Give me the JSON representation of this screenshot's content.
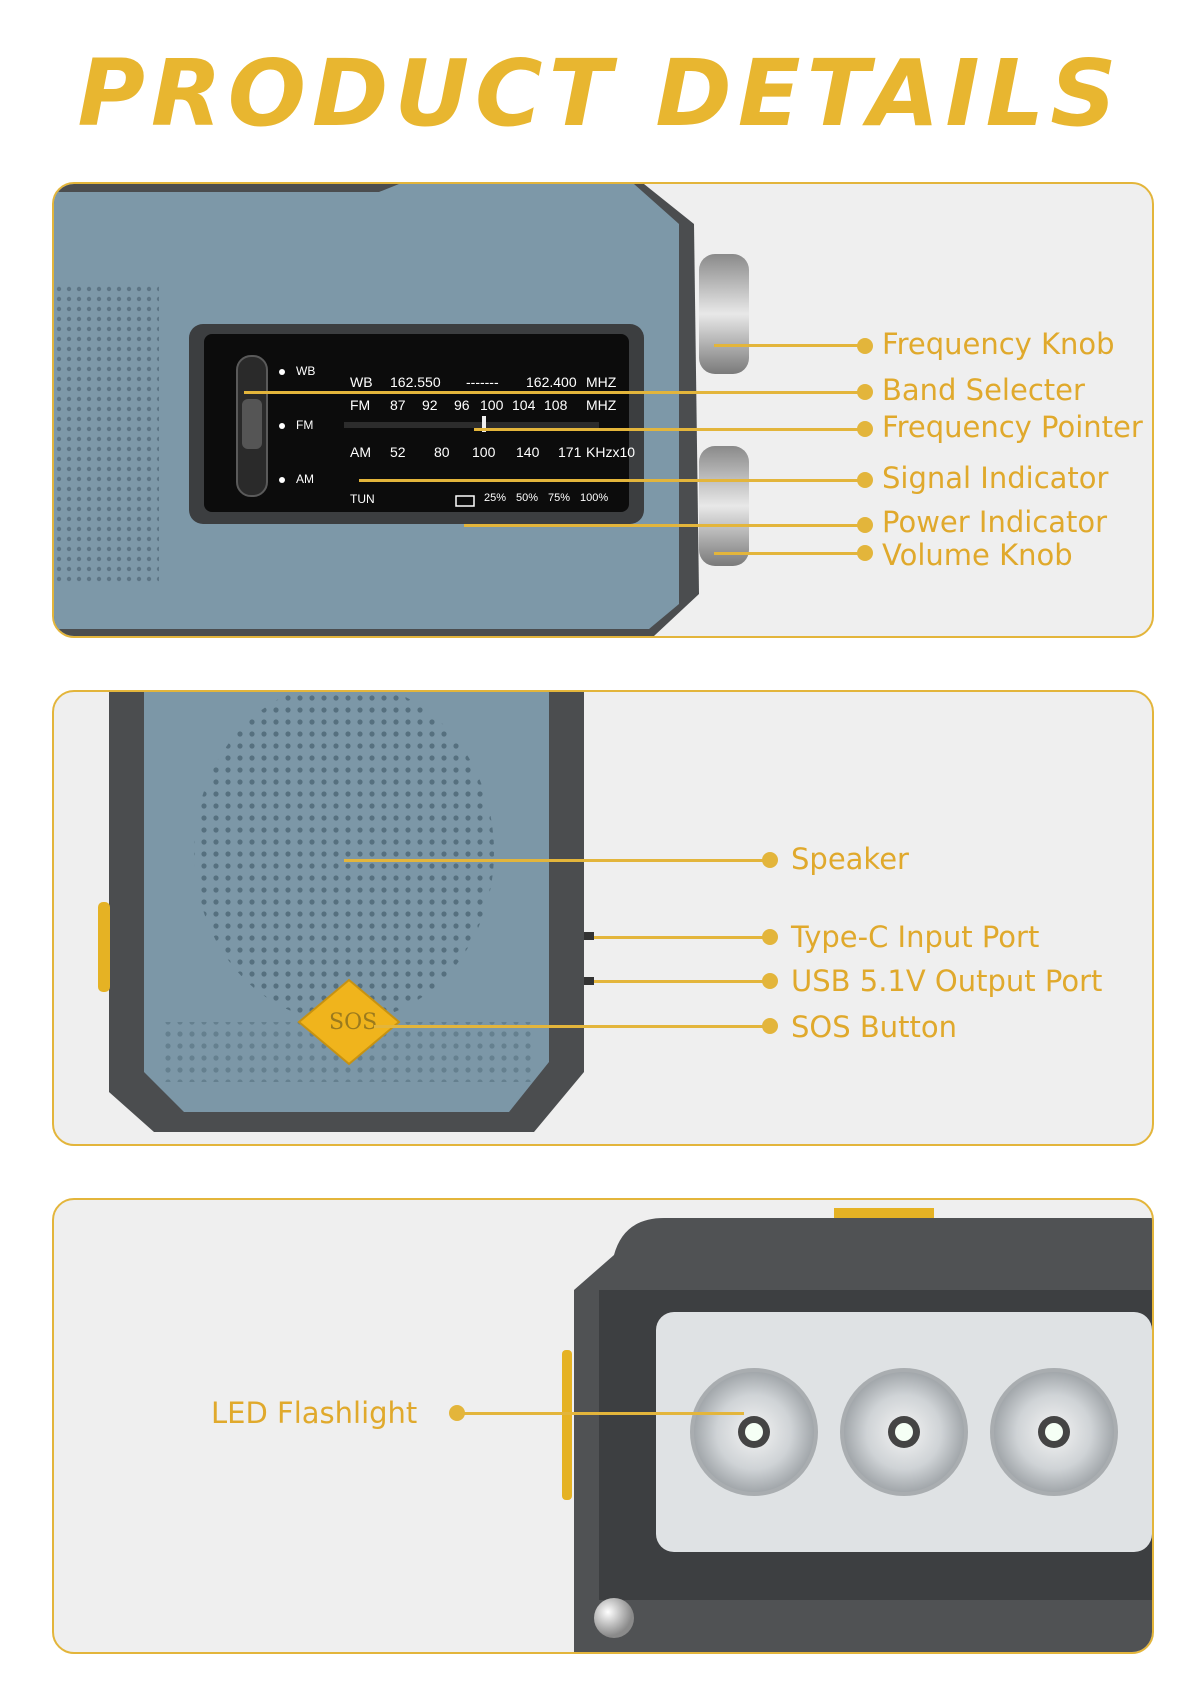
{
  "page_title": "PRODUCT DETAILS",
  "panel1": {
    "labels": [
      "Frequency Knob",
      "Band Selecter",
      "Frequency Pointer",
      "Signal Indicator",
      "Power Indicator",
      "Volume Knob"
    ],
    "dial": {
      "band_wb": "WB",
      "band_fm": "FM",
      "band_am": "AM",
      "wb_row": [
        "WB",
        "162.550",
        "-------",
        "162.400",
        "MHZ"
      ],
      "fm_row": [
        "FM",
        "87",
        "92",
        "96",
        "100",
        "104",
        "108",
        "MHZ"
      ],
      "am_row": [
        "AM",
        "52",
        "80",
        "100",
        "140",
        "171",
        "KHzx10"
      ],
      "tun": "TUN",
      "power_levels": [
        "25%",
        "50%",
        "75%",
        "100%"
      ]
    }
  },
  "panel2": {
    "labels": [
      "Speaker",
      "Type-C Input Port",
      "USB 5.1V Output Port",
      "SOS Button"
    ],
    "sos_text": "SOS"
  },
  "panel3": {
    "labels": [
      "LED Flashlight"
    ]
  },
  "colors": {
    "accent": "#e3b53b",
    "body_blue": "#7b97a7",
    "frame_dark": "#4a4c4e"
  }
}
